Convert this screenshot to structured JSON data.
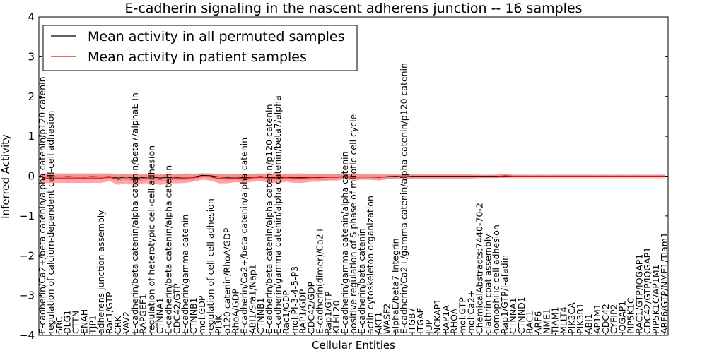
{
  "chart_data": {
    "type": "line",
    "title": "E-cadherin signaling in the nascent adherens junction -- 16 samples",
    "xlabel": "Cellular Entities",
    "ylabel": "Inferred Activity",
    "ylim": [
      -4,
      4
    ],
    "yticks": [
      -4,
      -3,
      -2,
      -1,
      0,
      1,
      2,
      3,
      4
    ],
    "grid": false,
    "legend": {
      "placement": "top-left",
      "entries": [
        {
          "label": "Mean activity in all permuted samples",
          "color": "#000000"
        },
        {
          "label": "Mean activity in patient samples",
          "color": "#ff0000"
        }
      ]
    },
    "categories": [
      "E-cadherin/Ca2+/beta catenin/alpha catenin/p120 catenin",
      "regulation of calcium-dependent cell-cell adhesion",
      "SRC",
      "DLG1",
      "CTTN",
      "ENAH",
      "TJP1",
      "adherens junction assembly",
      "Rac1/GTP",
      "CRK",
      "VAV2",
      "E-cadherin/beta catenin/alpha catenin/beta7/alphaE In",
      "RAPGEF1",
      "regulation of heterotypic cell-cell adhesion",
      "CTNNA1",
      "E-cadherin/beta catenin/alpha catenin",
      "CDC42/GTP",
      "E-cadherin/gamma catenin",
      "CTNNB1",
      "mol:GDP",
      "regulation of cell-cell adhesion",
      "PI3K",
      "p120 catenin/RhoA/GDP",
      "RhoA/GDP",
      "E-cadherin/Ca2+/beta catenin/alpha catenin",
      "ABI1/Sra1/Nap1",
      "CTNNB1",
      "E-cadherin/beta catenin/alpha catenin/p120 catenin",
      "E-cadherin/gamma catenin/alpha catenin/beta7/alpha",
      "Rac1/GDP",
      "mol:PI-3-4-5-P3",
      "RAP1/GDP",
      "CDC42/GDP",
      "E-cadherin(dimer)/Ca2+",
      "Rap1/GTP",
      "KLHL20",
      "E-cadherin/gamma catenin/alpha catenin",
      "positive regulation of S phase of mitotic cell cycle",
      "E-cadherin/beta catenin",
      "actin cytoskeleton organization",
      "AKT1",
      "WASF2",
      "alphaE/beta7 Integrin",
      "E-cadherin/Ca2+/gamma catenin/alpha catenin/p120 catenin",
      "ITGB7",
      "ITGAE",
      "JUP",
      "NCKAP1",
      "RAP1A",
      "RHOA",
      "mol:GTP",
      "mol:Ca2+",
      "ChemicalAbstracts:7440-70-2",
      "clathrin coat assembly",
      "homophilic cell adhesion",
      "Rap1/GTP/I-afadin",
      "CTNNA1",
      "CTNND1",
      "RAC1",
      "ARF6",
      "NME1",
      "TIAM1",
      "MLLT4",
      "PIK3CA",
      "PIK3R1",
      "ABI1",
      "AP1M1",
      "CDC42",
      "CYFIP2",
      "IQGAP1",
      "PIP5K1C",
      "RAC1/GTP/IQGAP1",
      "CDC42/GTP/IQGAP1",
      "PIP5K1C/AP1M1",
      "ARF6/GTP/NME1/Tiam1"
    ],
    "series": [
      {
        "name": "Mean activity in all permuted samples",
        "color": "#000000",
        "values": [
          -0.02,
          -0.01,
          -0.02,
          -0.01,
          -0.02,
          -0.02,
          -0.01,
          -0.02,
          -0.01,
          -0.05,
          -0.02,
          -0.06,
          -0.03,
          -0.02,
          -0.05,
          -0.02,
          -0.03,
          -0.02,
          -0.02,
          0.02,
          0.01,
          -0.02,
          -0.03,
          -0.02,
          -0.04,
          -0.02,
          -0.01,
          -0.03,
          -0.04,
          -0.02,
          -0.04,
          -0.03,
          -0.02,
          -0.03,
          -0.02,
          -0.02,
          -0.01,
          -0.02,
          -0.02,
          -0.02,
          -0.03,
          -0.01,
          0.0,
          -0.01,
          0.0,
          0.0,
          0.0,
          0.0,
          0.0,
          0.0,
          0.0,
          0.0,
          0.0,
          0.0,
          0.0,
          0.0,
          0.0,
          0.0,
          0.0,
          0.0,
          0.0,
          0.0,
          0.0,
          0.0,
          0.0,
          0.0,
          0.0,
          0.0,
          0.0,
          0.0,
          0.0,
          0.0,
          0.0,
          0.0,
          0.0
        ],
        "band": [
          0.06,
          0.06,
          0.06,
          0.06,
          0.06,
          0.06,
          0.06,
          0.06,
          0.06,
          0.08,
          0.08,
          0.08,
          0.08,
          0.08,
          0.08,
          0.08,
          0.08,
          0.08,
          0.08,
          0.06,
          0.06,
          0.07,
          0.07,
          0.07,
          0.07,
          0.07,
          0.07,
          0.07,
          0.07,
          0.07,
          0.07,
          0.07,
          0.07,
          0.07,
          0.07,
          0.07,
          0.06,
          0.06,
          0.06,
          0.06,
          0.06,
          0.06,
          0.05,
          0.05,
          0.05,
          0.05,
          0.05,
          0.05,
          0.05,
          0.05,
          0.05,
          0.05,
          0.05,
          0.05,
          0.05,
          0.05,
          0.06,
          0.06,
          0.06,
          0.06,
          0.06,
          0.06,
          0.06,
          0.06,
          0.06,
          0.06,
          0.06,
          0.06,
          0.06,
          0.06,
          0.06,
          0.06,
          0.06,
          0.06,
          0.06
        ]
      },
      {
        "name": "Mean activity in patient samples",
        "color": "#ff0000",
        "values": [
          -0.05,
          -0.05,
          -0.05,
          -0.05,
          -0.05,
          -0.05,
          -0.05,
          -0.05,
          -0.03,
          -0.08,
          -0.06,
          -0.1,
          -0.06,
          -0.06,
          -0.08,
          -0.06,
          -0.06,
          -0.05,
          -0.04,
          -0.01,
          -0.02,
          -0.06,
          -0.06,
          -0.05,
          -0.06,
          -0.04,
          -0.03,
          -0.05,
          -0.05,
          -0.04,
          -0.05,
          -0.05,
          -0.04,
          -0.04,
          -0.03,
          -0.03,
          -0.02,
          -0.03,
          -0.02,
          -0.02,
          -0.03,
          -0.02,
          -0.01,
          -0.01,
          -0.01,
          -0.01,
          -0.01,
          -0.01,
          -0.01,
          -0.01,
          -0.01,
          -0.01,
          -0.01,
          -0.01,
          -0.01,
          0.01,
          0.0,
          0.0,
          0.0,
          0.0,
          0.0,
          0.0,
          0.0,
          0.0,
          0.0,
          0.0,
          0.0,
          0.0,
          0.0,
          0.0,
          0.0,
          0.0,
          0.0,
          0.0,
          0.0
        ],
        "band": [
          0.12,
          0.12,
          0.12,
          0.12,
          0.12,
          0.12,
          0.12,
          0.12,
          0.1,
          0.14,
          0.12,
          0.14,
          0.12,
          0.12,
          0.14,
          0.12,
          0.12,
          0.12,
          0.1,
          0.08,
          0.09,
          0.12,
          0.12,
          0.1,
          0.12,
          0.1,
          0.1,
          0.12,
          0.12,
          0.1,
          0.12,
          0.12,
          0.1,
          0.1,
          0.08,
          0.08,
          0.06,
          0.08,
          0.07,
          0.07,
          0.08,
          0.06,
          0.05,
          0.05,
          0.05,
          0.05,
          0.05,
          0.05,
          0.05,
          0.05,
          0.05,
          0.05,
          0.04,
          0.04,
          0.04,
          0.05,
          0.03,
          0.03,
          0.03,
          0.03,
          0.03,
          0.03,
          0.03,
          0.03,
          0.03,
          0.03,
          0.03,
          0.03,
          0.03,
          0.03,
          0.03,
          0.03,
          0.03,
          0.03,
          0.03
        ]
      }
    ]
  }
}
